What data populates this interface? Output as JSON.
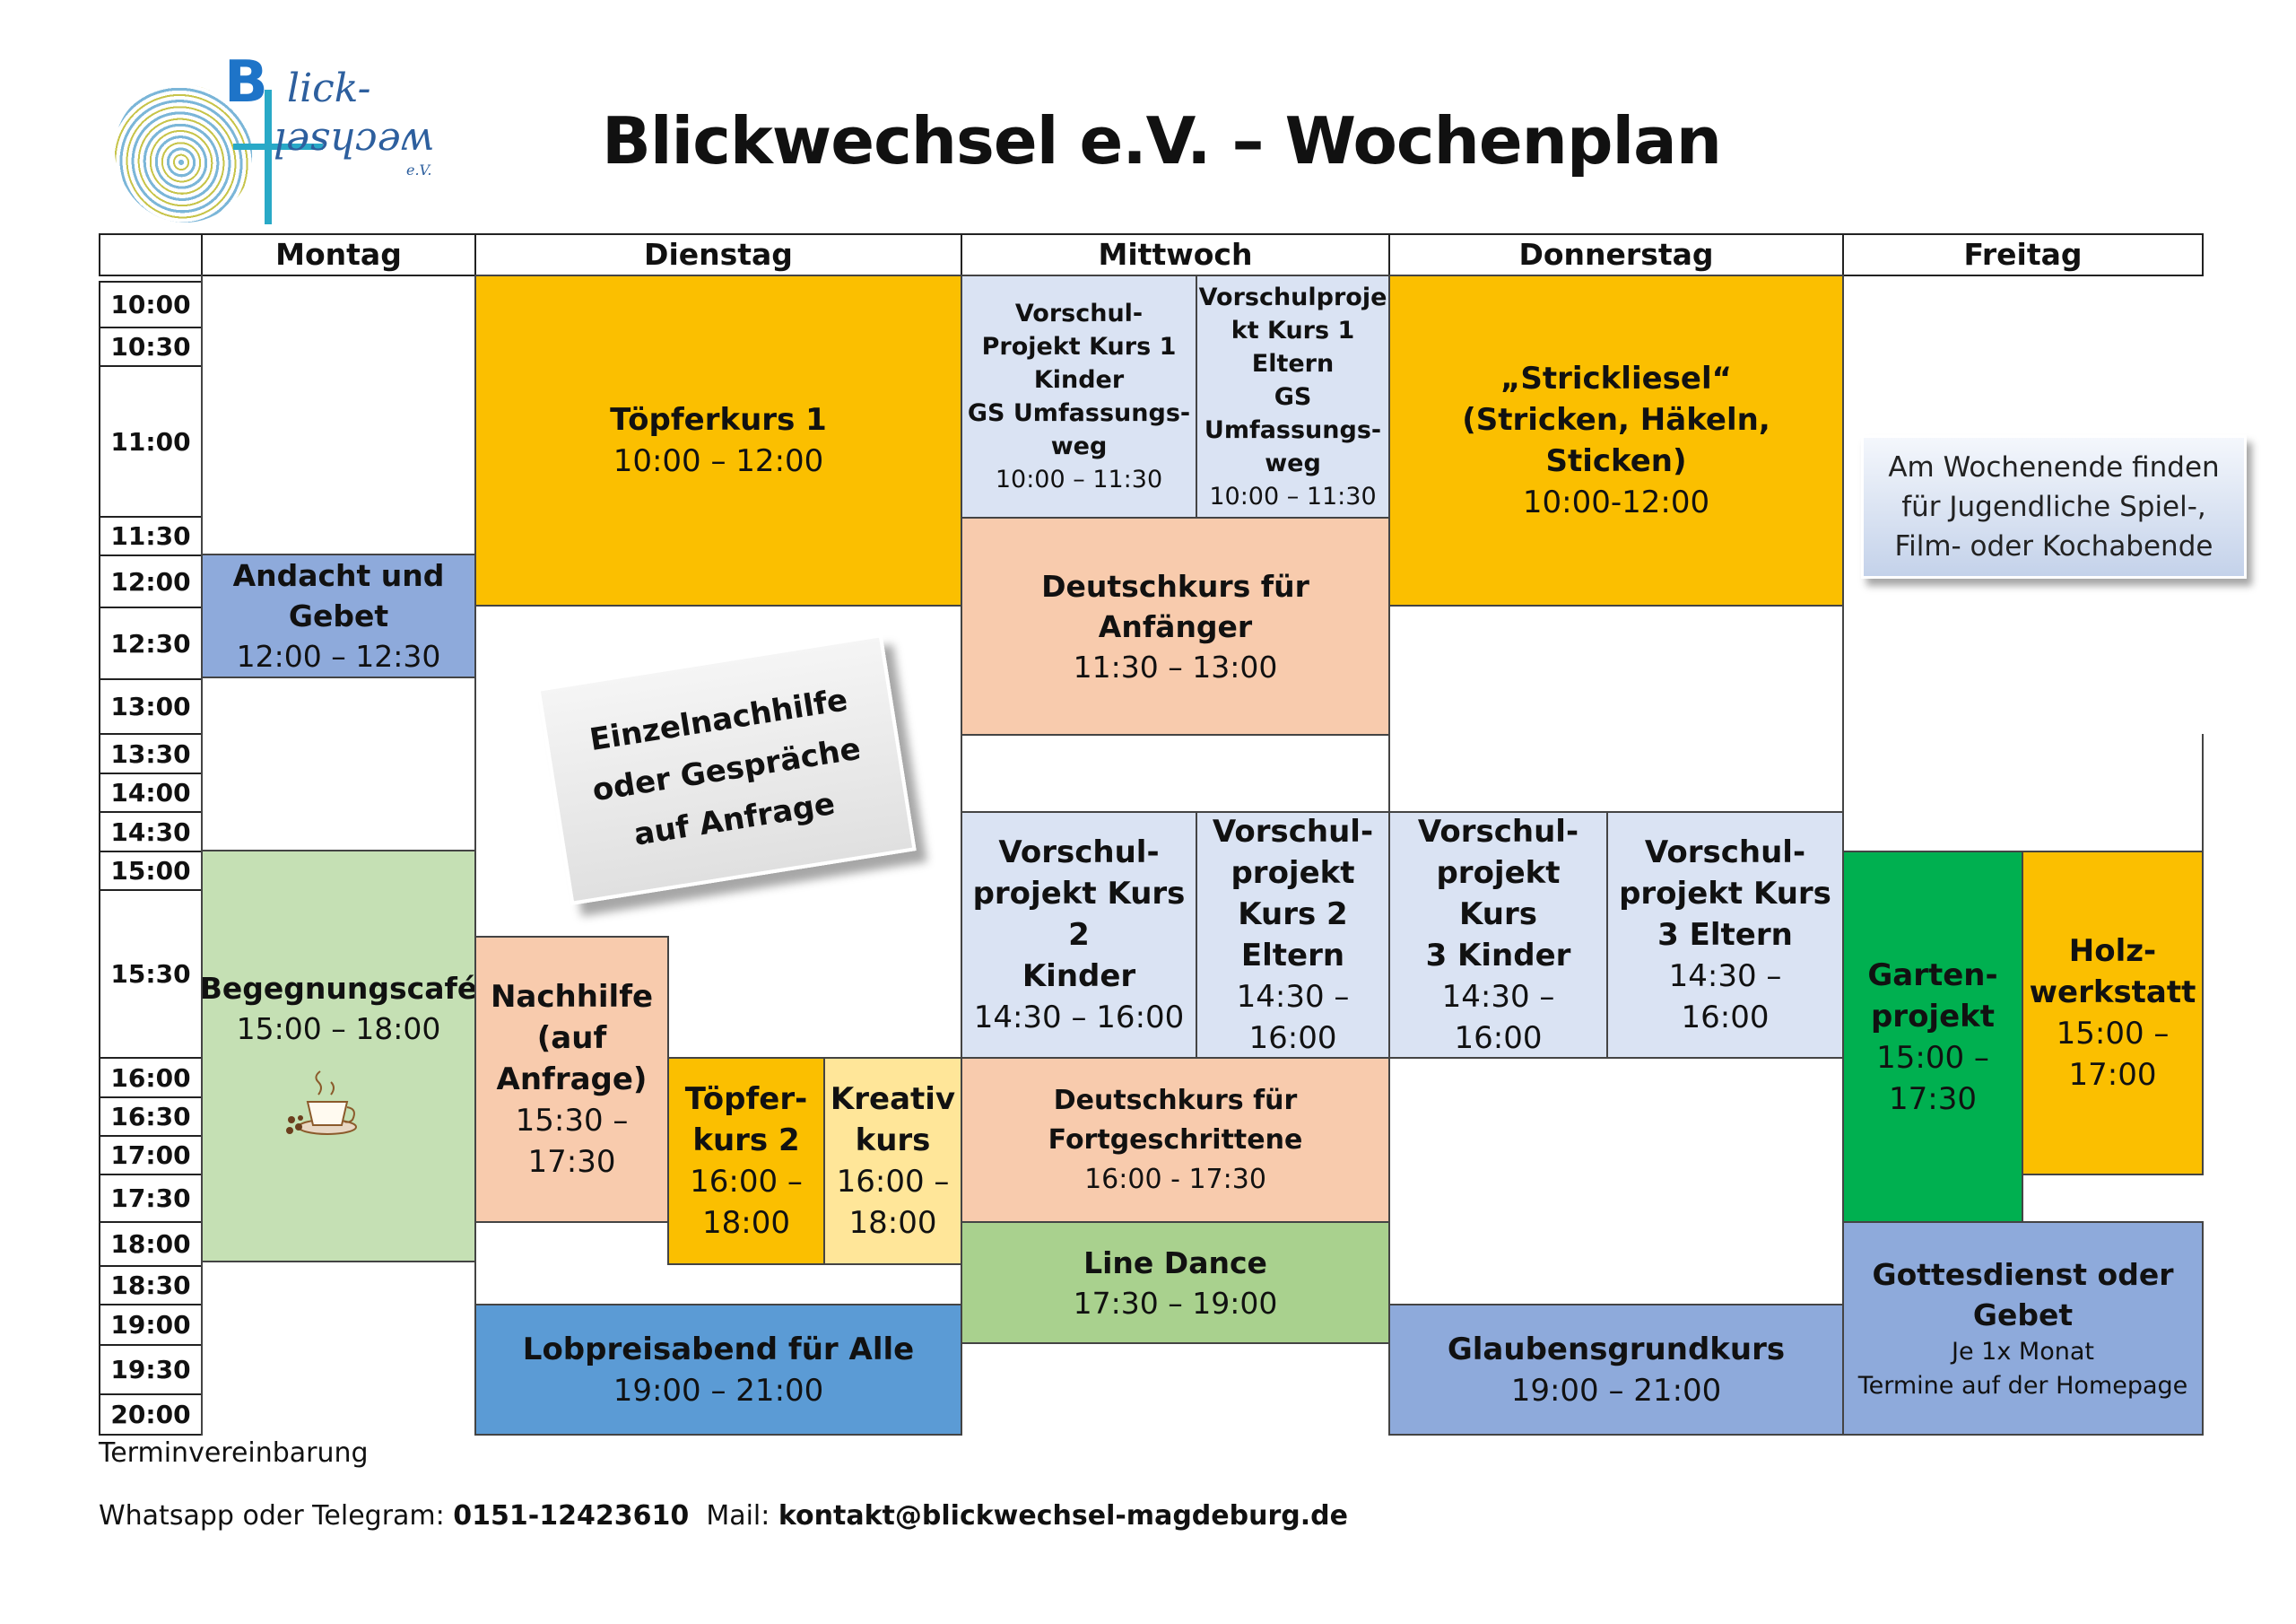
{
  "title": "Blickwechsel e.V. – Wochenplan",
  "logo": {
    "part1": "B",
    "part2": "lick-",
    "part3": "wechsel",
    "part4": "e.V."
  },
  "days": [
    "Montag",
    "Dienstag",
    "Mittwoch",
    "Donnerstag",
    "Freitag"
  ],
  "times": [
    "10:00",
    "10:30",
    "11:00",
    "11:30",
    "12:00",
    "12:30",
    "13:00",
    "13:30",
    "14:00",
    "14:30",
    "15:00",
    "15:30",
    "16:00",
    "16:30",
    "17:00",
    "17:30",
    "18:00",
    "18:30",
    "19:00",
    "19:30",
    "20:00"
  ],
  "events": {
    "mo_andacht": {
      "title": "Andacht und\nGebet",
      "time": "12:00 – 12:30"
    },
    "mo_cafe": {
      "title": "Begegnungscafé",
      "time": "15:00 – 18:00"
    },
    "di_toepfer1": {
      "title": "Töpferkurs 1",
      "time": "10:00 – 12:00"
    },
    "di_nachhilfe": {
      "title": "Nachhilfe\n(auf\nAnfrage)",
      "time": "15:30 –\n17:30"
    },
    "di_toepfer2": {
      "title": "Töpfer-\nkurs 2",
      "time": "16:00 –\n18:00"
    },
    "di_kreativ": {
      "title": "Kreativ\nkurs",
      "time": "16:00 –\n18:00"
    },
    "di_lobpreis": {
      "title": "Lobpreisabend für Alle",
      "time": "19:00 – 21:00"
    },
    "mi_vs1_kinder": {
      "title": "Vorschul-\nProjekt Kurs 1\nKinder\nGS Umfassungs-\nweg",
      "time": "10:00 – 11:30"
    },
    "mi_vs1_eltern": {
      "title": "Vorschulproje\nkt Kurs 1\nEltern\nGS\nUmfassungs-\nweg",
      "time": "10:00 – 11:30"
    },
    "mi_deutsch_anf": {
      "title": "Deutschkurs für Anfänger",
      "time": "11:30 – 13:00"
    },
    "mi_vs2_kinder": {
      "title": "Vorschul-\nprojekt Kurs 2\nKinder",
      "time": "14:30 – 16:00"
    },
    "mi_vs2_eltern": {
      "title": "Vorschul-\nprojekt\nKurs 2\nEltern",
      "time": "14:30 –\n16:00"
    },
    "mi_deutsch_fort": {
      "title": "Deutschkurs für\nFortgeschrittene",
      "time": "16:00 - 17:30"
    },
    "mi_linedance": {
      "title": "Line Dance",
      "time": "17:30 – 19:00"
    },
    "do_strick": {
      "title": "„Strickliesel“\n(Stricken, Häkeln, Sticken)",
      "time": "10:00-12:00"
    },
    "do_vs3_kinder": {
      "title": "Vorschul-\nprojekt Kurs\n3 Kinder",
      "time": "14:30 – 16:00"
    },
    "do_vs3_eltern": {
      "title": "Vorschul-\nprojekt Kurs\n3 Eltern",
      "time": "14:30 –\n16:00"
    },
    "do_glauben": {
      "title": "Glaubensgrundkurs",
      "time": "19:00 – 21:00"
    },
    "fr_garten": {
      "title": "Garten-\nprojekt",
      "time": "15:00 –\n17:30"
    },
    "fr_holz": {
      "title": "Holz-\nwerkstatt",
      "time": "15:00 –\n17:00"
    },
    "fr_gottesdienst": {
      "title": "Gottesdienst oder\nGebet",
      "time": "Je 1x Monat\nTermine auf der Homepage"
    }
  },
  "notes": {
    "einzel": "Einzelnachhilfe\noder Gespräche\nauf Anfrage",
    "wochenende": "Am Wochenende finden\nfür Jugendliche Spiel-,\nFilm- oder Kochabende"
  },
  "footer": {
    "line1": "Terminvereinbarung",
    "line2_prefix": "Whatsapp oder Telegram: ",
    "phone": "0151-12423610",
    "mail_prefix": "  Mail: ",
    "mail": "kontakt@blickwechsel-magdeburg.de"
  },
  "colors": {
    "orange": "#fbbf00",
    "lightblue": "#dae3f3",
    "peach": "#f8cbad",
    "blue": "#8eaadb",
    "lightgreen": "#c5e0b4",
    "green": "#00b050",
    "midgreen": "#a9d18e",
    "darkblue": "#5b9bd5",
    "yellow": "#ffe699"
  }
}
